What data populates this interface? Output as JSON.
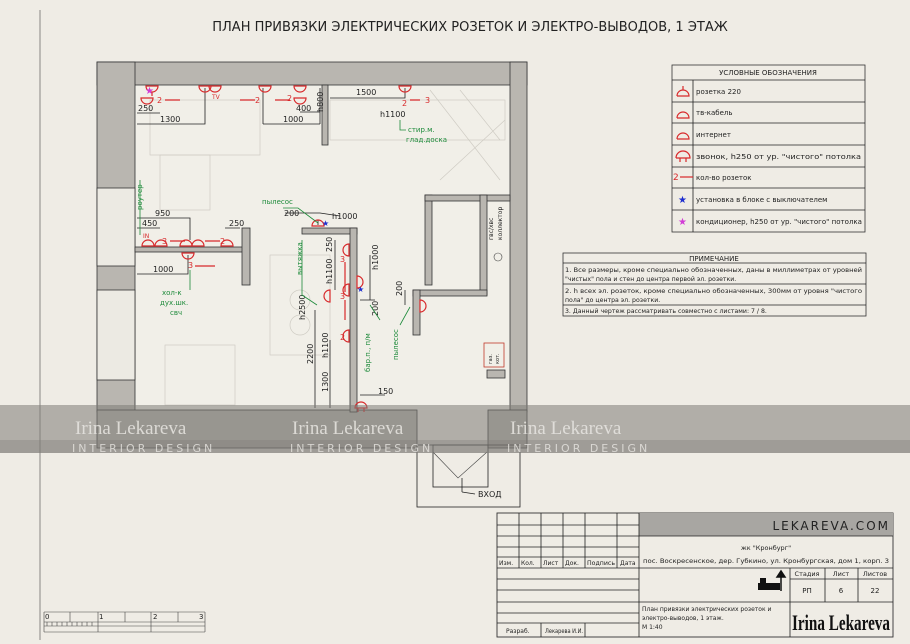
{
  "title": "ПЛАН ПРИВЯЗКИ ЭЛЕКТРИЧЕСКИХ РОЗЕТОК И ЭЛЕКТРО-ВЫВОДОВ, 1 ЭТАЖ",
  "legend": {
    "header": "УСЛОВНЫЕ ОБОЗНАЧЕНИЯ",
    "items": [
      {
        "icon": "socket-220-icon",
        "label": "розетка 220"
      },
      {
        "icon": "tv-socket-icon",
        "label": "тв-кабель"
      },
      {
        "icon": "internet-socket-icon",
        "label": "интернет"
      },
      {
        "icon": "doorbell-icon",
        "label": "звонок, h250 от ур. \"чистого\" потолка"
      },
      {
        "icon": "socket-count-arrow-icon",
        "icon_text": "2",
        "label": "кол-во розеток"
      },
      {
        "icon": "blue-star-icon",
        "label": "установка в блоке с выключателем"
      },
      {
        "icon": "magenta-star-icon",
        "label": "кондиционер, h250 от ур. \"чистого\" потолка"
      }
    ]
  },
  "notes": {
    "header": "ПРИМЕЧАНИЕ",
    "items": [
      [
        "1. Все размеры, кроме специально обозначенных, даны в миллиметрах от уровней",
        "\"чистых\" пола и стен до центра первой эл. розетки."
      ],
      [
        "2. h всех эл. розеток, кроме специально обозначенных, 300мм от уровня \"чистого",
        "пола\" до центра эл. розетки."
      ],
      [
        "3. Данный чертеж рассматривать совместно с листами: 7 / 8."
      ]
    ]
  },
  "plan": {
    "dims": [
      "250",
      "1300",
      "1000",
      "400",
      "h800",
      "1500",
      "h1100",
      "950",
      "450",
      "250",
      "1000",
      "200",
      "h1000",
      "250",
      "h1100",
      "h1000",
      "h2500",
      "200",
      "200",
      "2200",
      "h1100",
      "1300",
      "150"
    ],
    "socket_counts": [
      "2",
      "2",
      "2",
      "2",
      "3",
      "3",
      "2",
      "3",
      "3",
      "2",
      "3"
    ],
    "socket_marks": {
      "tv": "TV",
      "internet": "IN"
    },
    "labels": {
      "washer": [
        "стир.м.",
        "глад.доска"
      ],
      "router": "роутер",
      "kitchen": [
        "хол-к",
        "дух.шк.",
        "свч"
      ],
      "vacuum": "пылесос",
      "hood": "вытяжка",
      "bar": "бар.п., п/м",
      "vacuum2": "пылесос",
      "collector": [
        "гвс/хвс",
        "коллектор"
      ],
      "boiler": [
        "газ.",
        "кот."
      ],
      "entrance": "ВХОД"
    }
  },
  "watermark": {
    "name": "Irina Lekareva",
    "sub": "INTERIOR DESIGN"
  },
  "scale_bar": [
    "0",
    "1",
    "2",
    "3"
  ],
  "title_block": {
    "website": "LEKAREVA.COM",
    "project": "жк \"Кронбург\"",
    "address": "пос. Воскресенское, дер. Губкино, ул. Кронбургская, дом 1, корп. 3",
    "columns": [
      "Изм.",
      "Кол.",
      "Лист",
      "Док.",
      "Подпись",
      "Дата"
    ],
    "developed_label": "Разраб.",
    "developer": "Лекарева И.И.",
    "stage_header": "Стадия",
    "sheet_header": "Лист",
    "sheets_header": "Листов",
    "stage": "РП",
    "sheet": "6",
    "sheets": "22",
    "drawing_title": [
      "План привязки электрических розеток и",
      "электро-выводов, 1 этаж."
    ],
    "scale": "М 1:40",
    "brand": "Irina Lekareva"
  },
  "colors": {
    "socket": "#d8292b",
    "annotation": "#1d8a3a",
    "blue_star": "#1f2fcf",
    "magenta_star": "#d23cd6",
    "wall": "#b9b6b0"
  }
}
